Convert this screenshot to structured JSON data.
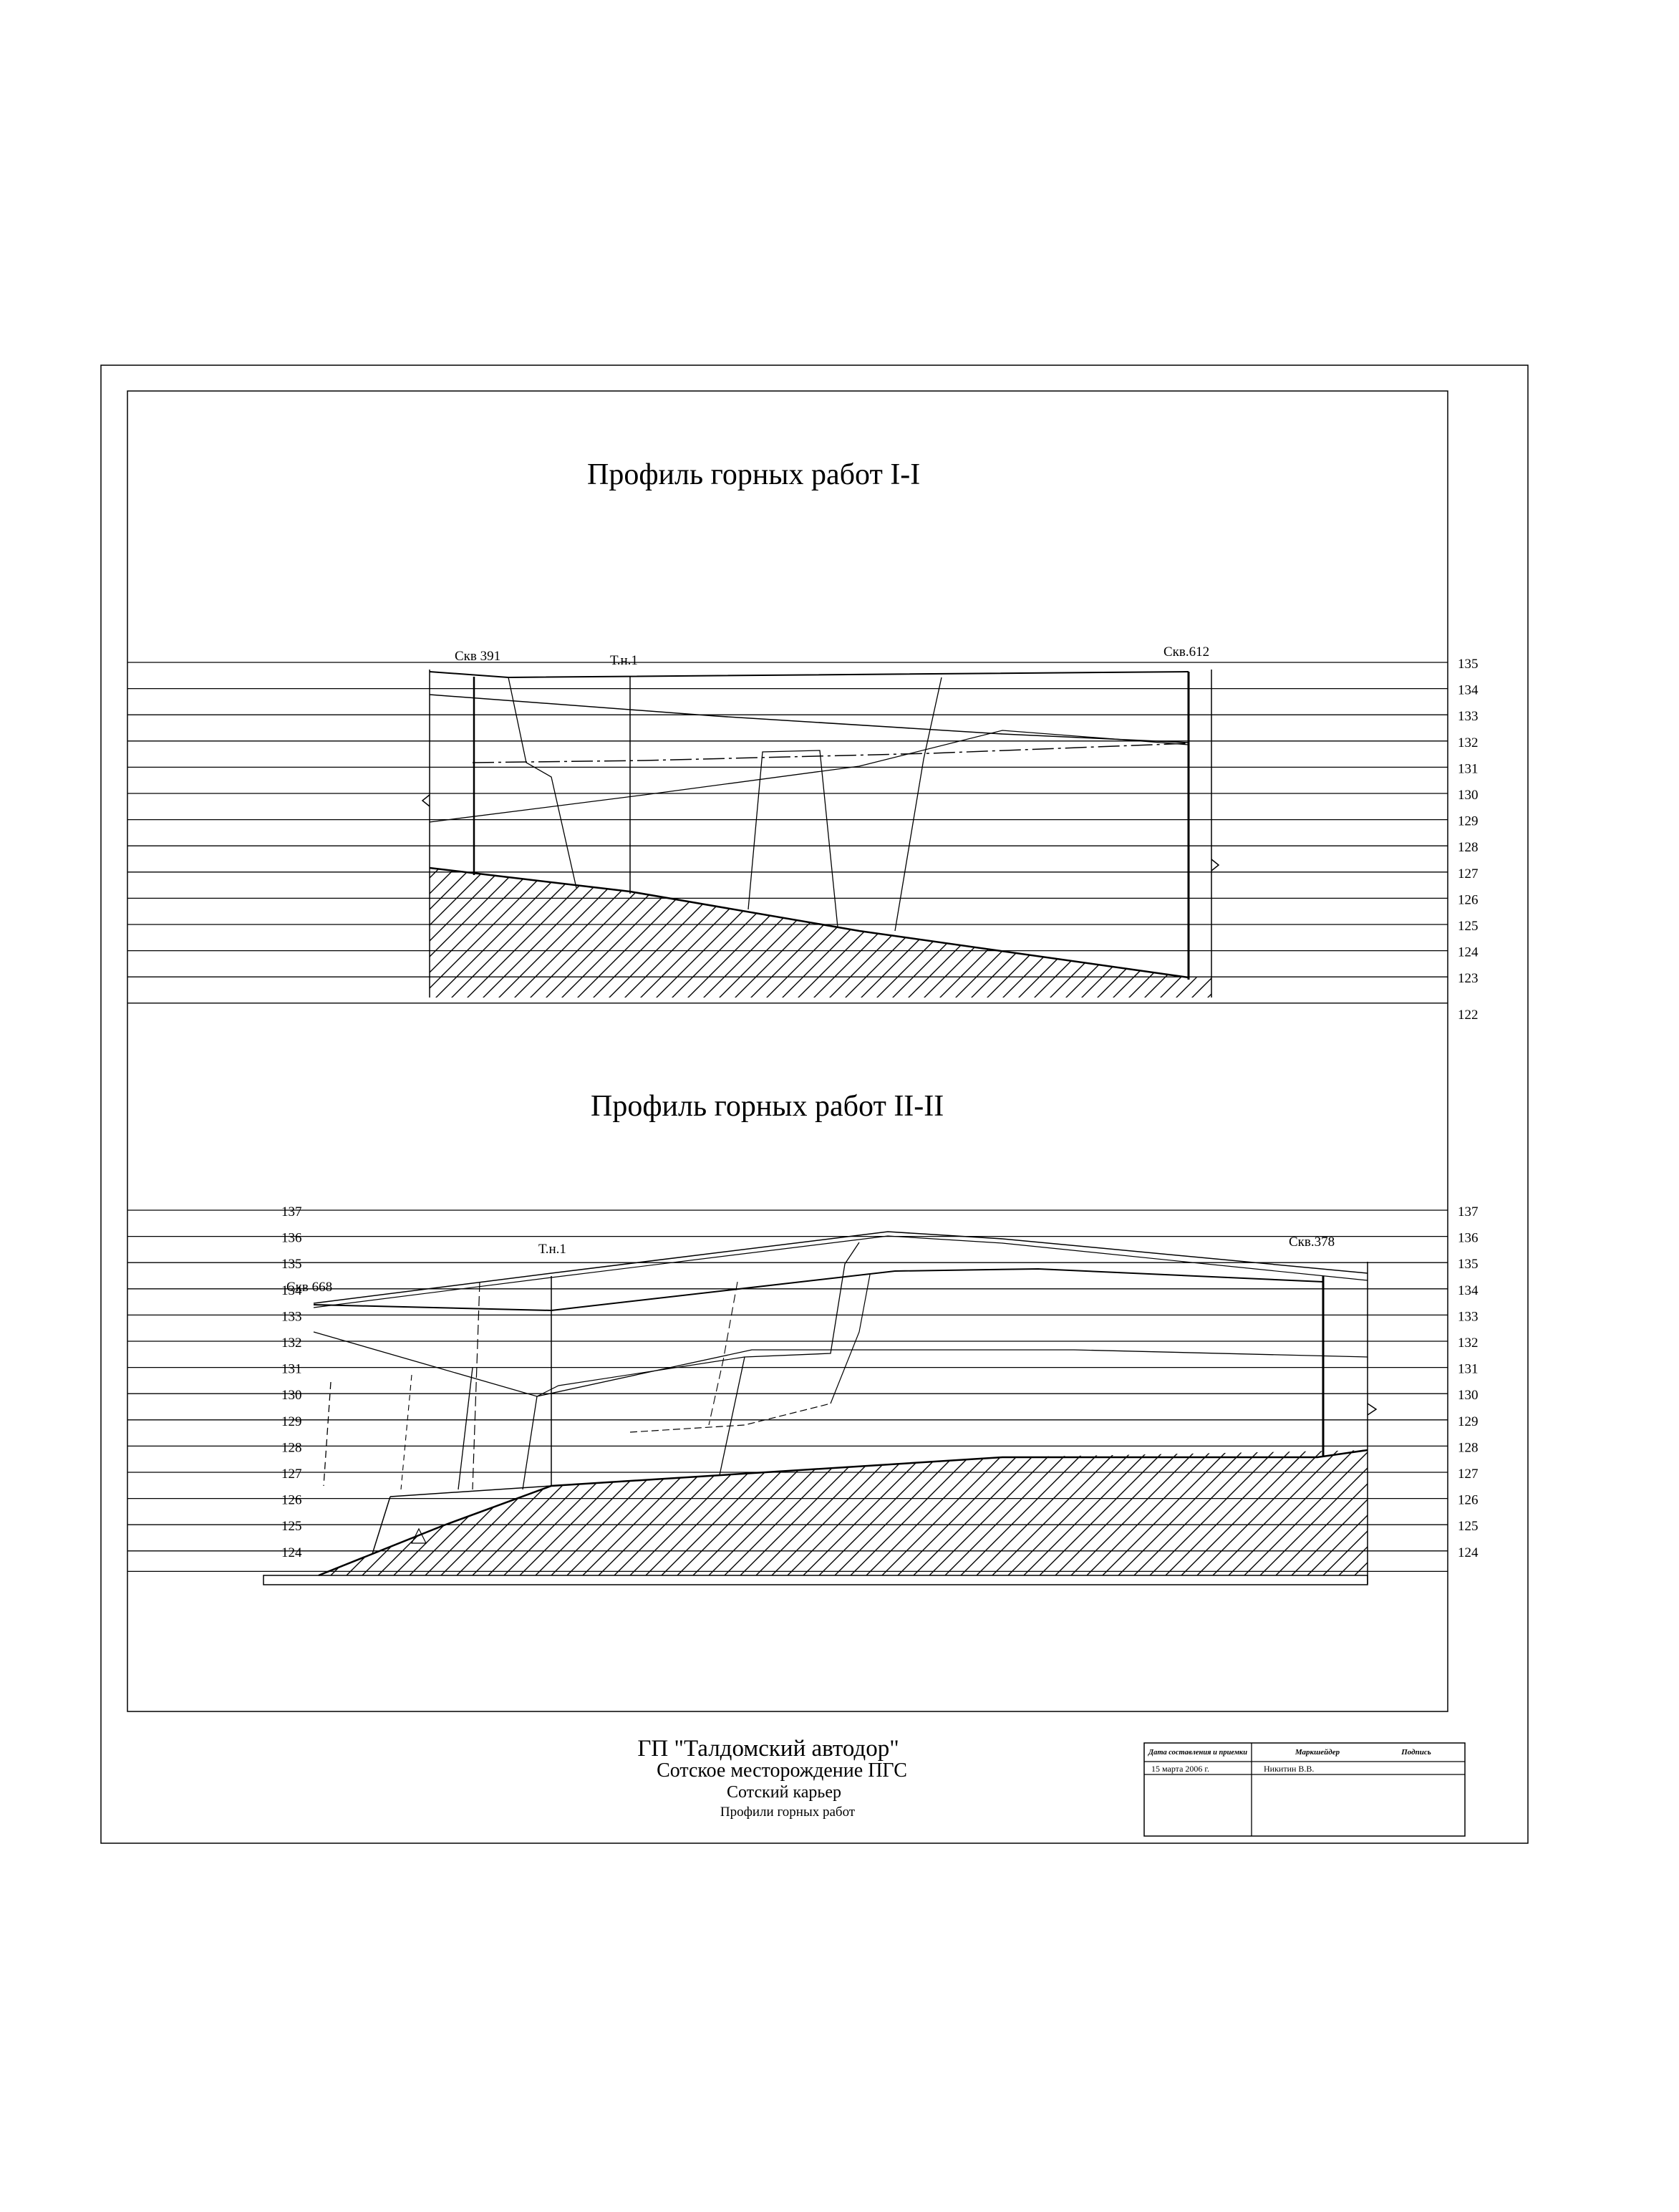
{
  "profile1": {
    "title": "Профиль горных работ I-I",
    "left_label": "Скв 391",
    "mid_label": "Т.н.1",
    "right_label": "Скв.612",
    "levels": [
      135,
      134,
      133,
      132,
      131,
      130,
      129,
      128,
      127,
      126,
      125,
      124,
      123,
      122
    ]
  },
  "profile2": {
    "title": "Профиль горных работ II-II",
    "left_label": "Скв 668",
    "mid_label": "Т.н.1",
    "right_label": "Скв.378",
    "levels_right": [
      137,
      136,
      135,
      134,
      133,
      132,
      131,
      130,
      129,
      128,
      127,
      126,
      125,
      124
    ],
    "levels_left": [
      137,
      136,
      135,
      134,
      133,
      132,
      131,
      130,
      129,
      128,
      127,
      126,
      125,
      124
    ]
  },
  "footer": {
    "org": "ГП \"Талдомский автодор\"",
    "deposit": "Сотское месторождение ПГС",
    "quarry": "Сотский карьер",
    "doc": "Профили горных работ"
  },
  "stamp": {
    "col1_header": "Дата составления и приемки",
    "col2_header": "Маркшейдер",
    "col3_header": "Подпись",
    "date": "15 марта 2006 г.",
    "surveyor": "Никитин В.В."
  }
}
